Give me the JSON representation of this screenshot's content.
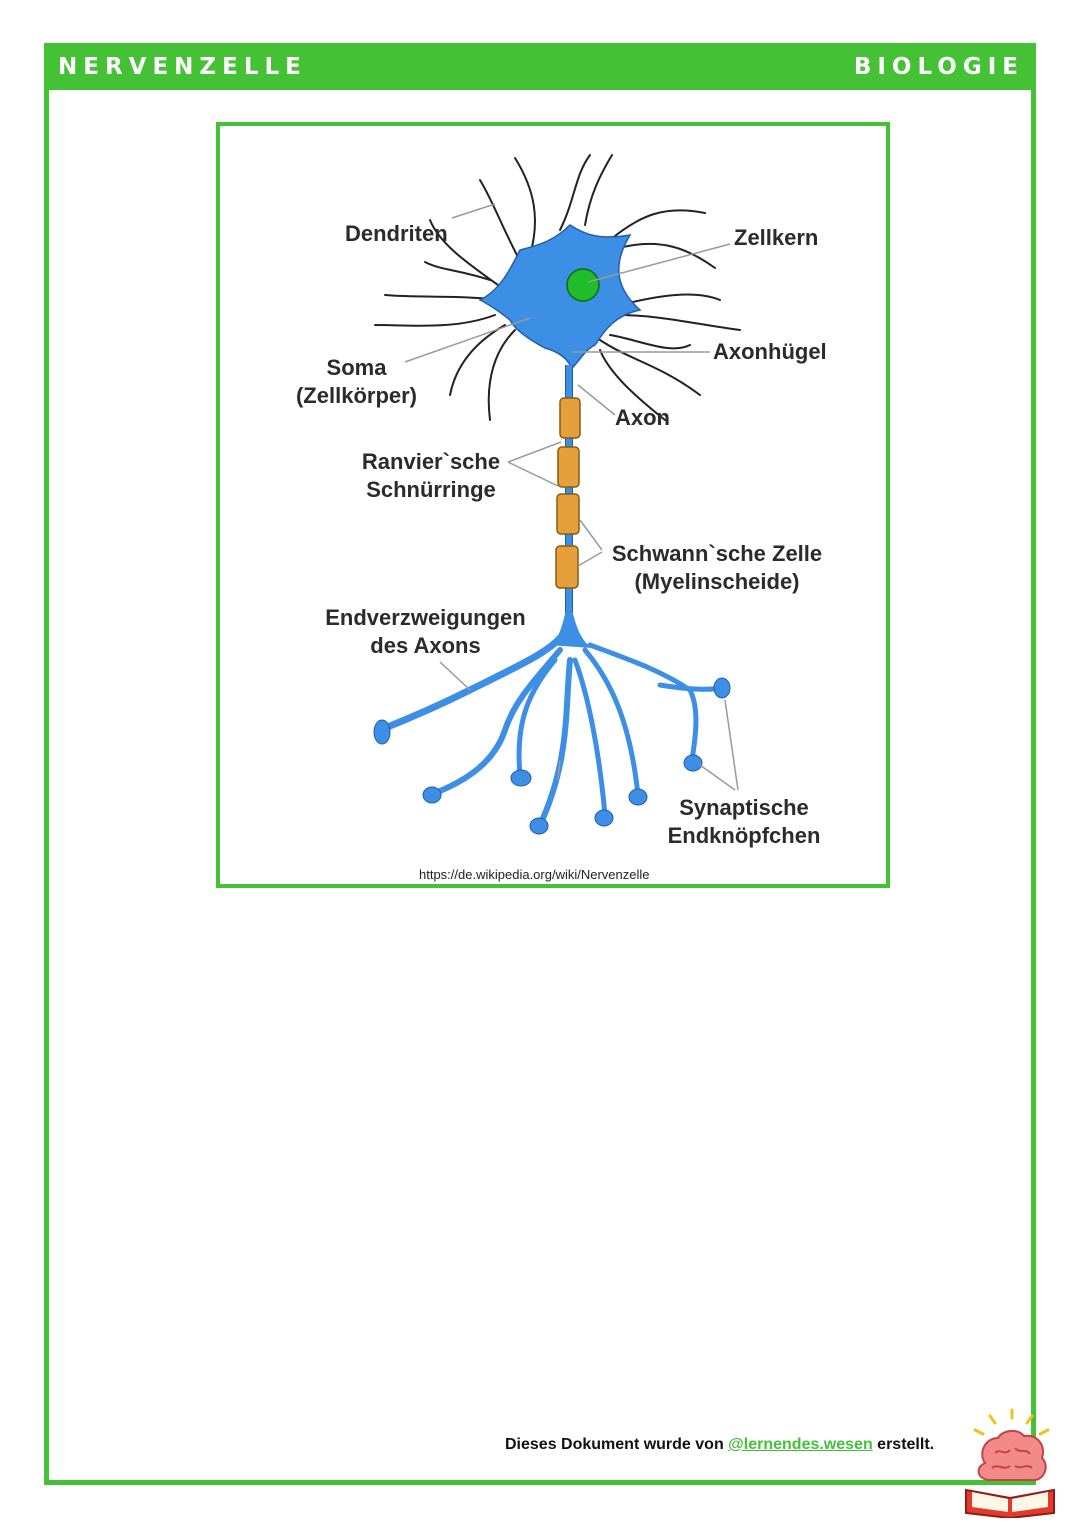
{
  "header": {
    "title": "NERVENZELLE",
    "subject": "BIOLOGIE"
  },
  "diagram": {
    "labels": {
      "dendriten": "Dendriten",
      "zellkern": "Zellkern",
      "soma_line1": "Soma",
      "soma_line2": "(Zellkörper)",
      "axonhuegel": "Axonhügel",
      "axon": "Axon",
      "ranvier_line1": "Ranvier`sche",
      "ranvier_line2": "Schnürringe",
      "schwann_line1": "Schwann`sche Zelle",
      "schwann_line2": "(Myelinscheide)",
      "endverzweigungen_line1": "Endverzweigungen",
      "endverzweigungen_line2": "des Axons",
      "synaptische_line1": "Synaptische",
      "synaptische_line2": "Endknöpfchen"
    },
    "source": "https://de.wikipedia.org/wiki/Nervenzelle",
    "colors": {
      "cell_body": "#3d8fe6",
      "nucleus": "#1fbd2a",
      "myelin": "#e5a03c",
      "accent": "#44c135"
    }
  },
  "footer": {
    "prefix": "Dieses Dokument wurde von",
    "handle": "@lernendes.wesen",
    "suffix": "erstellt.",
    "logo_icon": "brain-book-icon"
  }
}
